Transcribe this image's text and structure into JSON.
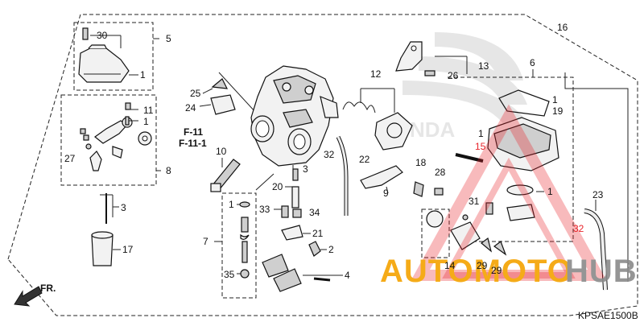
{
  "diagram": {
    "code": "KPSAE1500B",
    "front_label": "FR.",
    "ref_labels": [
      "F-11",
      "F-11-1"
    ],
    "callouts": {
      "c1a": "1",
      "c1b": "1",
      "c1c": "1",
      "c1d": "1",
      "c1e": "1",
      "c2": "2",
      "c3a": "3",
      "c3b": "3",
      "c4": "4",
      "c5": "5",
      "c6": "6",
      "c7": "7",
      "c8": "8",
      "c9": "9",
      "c10": "10",
      "c11": "11",
      "c12": "12",
      "c13": "13",
      "c14": "14",
      "c15": "15",
      "c16": "16",
      "c17": "17",
      "c18": "18",
      "c19": "19",
      "c20": "20",
      "c21": "21",
      "c22": "22",
      "c23": "23",
      "c24": "24",
      "c25": "25",
      "c26": "26",
      "c27": "27",
      "c28": "28",
      "c29a": "29",
      "c29b": "29",
      "c30": "30",
      "c31": "31",
      "c32a": "32",
      "c32b": "32",
      "c33": "33",
      "c34": "34",
      "c35": "35"
    }
  },
  "watermark": {
    "part1": "AUTOMOTO",
    "part2": "HUB",
    "color_orange": "#f5a300",
    "color_grey": "#8a8a8a",
    "color_red": "#e8232a"
  }
}
